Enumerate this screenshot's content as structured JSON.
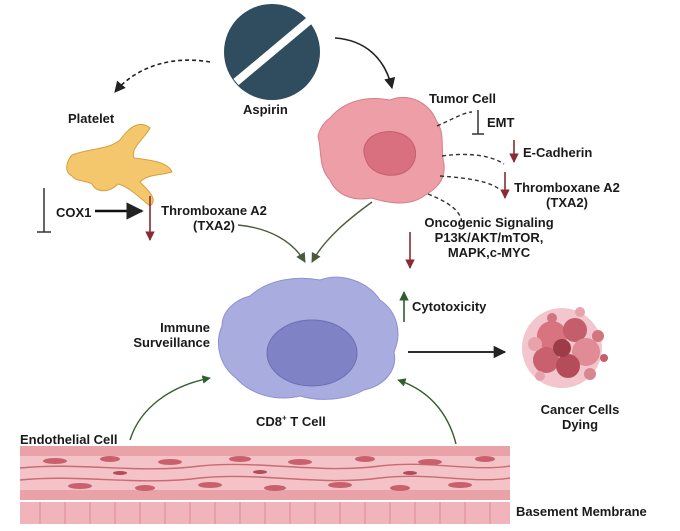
{
  "labels": {
    "aspirin": "Aspirin",
    "platelet": "Platelet",
    "tumor_cell": "Tumor Cell",
    "emt": "EMT",
    "e_cadherin": "E-Cadherin",
    "cox1": "COX1",
    "thromboxane_left_line1": "Thromboxane A2",
    "thromboxane_left_line2": "(TXA2)",
    "thromboxane_right_line1": "Thromboxane A2",
    "thromboxane_right_line2": "(TXA2)",
    "oncogenic_line1": "Oncogenic Signaling",
    "oncogenic_line2": "P13K/AKT/mTOR,",
    "oncogenic_line3": "MAPK,c-MYC",
    "cytotoxicity": "Cytotoxicity",
    "immune_line1": "Immune",
    "immune_line2": "Surveillance",
    "cd8_prefix": "CD8",
    "cd8_sup": "+",
    "cd8_suffix": " T Cell",
    "cancer_line1": "Cancer Cells",
    "cancer_line2": "Dying",
    "endothelial": "Endothelial Cell",
    "basement": "Basement Membrane"
  },
  "colors": {
    "aspirin": "#2f4d5e",
    "platelet": "#f4c76c",
    "tumor_cell": "#ee9ea6",
    "tumor_nucleus": "#d9707f",
    "t_cell": "#a9acdf",
    "t_cell_nucleus": "#7f83c6",
    "vessel": "#e9a2a8",
    "down_arrow": "#8b2a32",
    "up_arrow": "#2e5e2e"
  }
}
